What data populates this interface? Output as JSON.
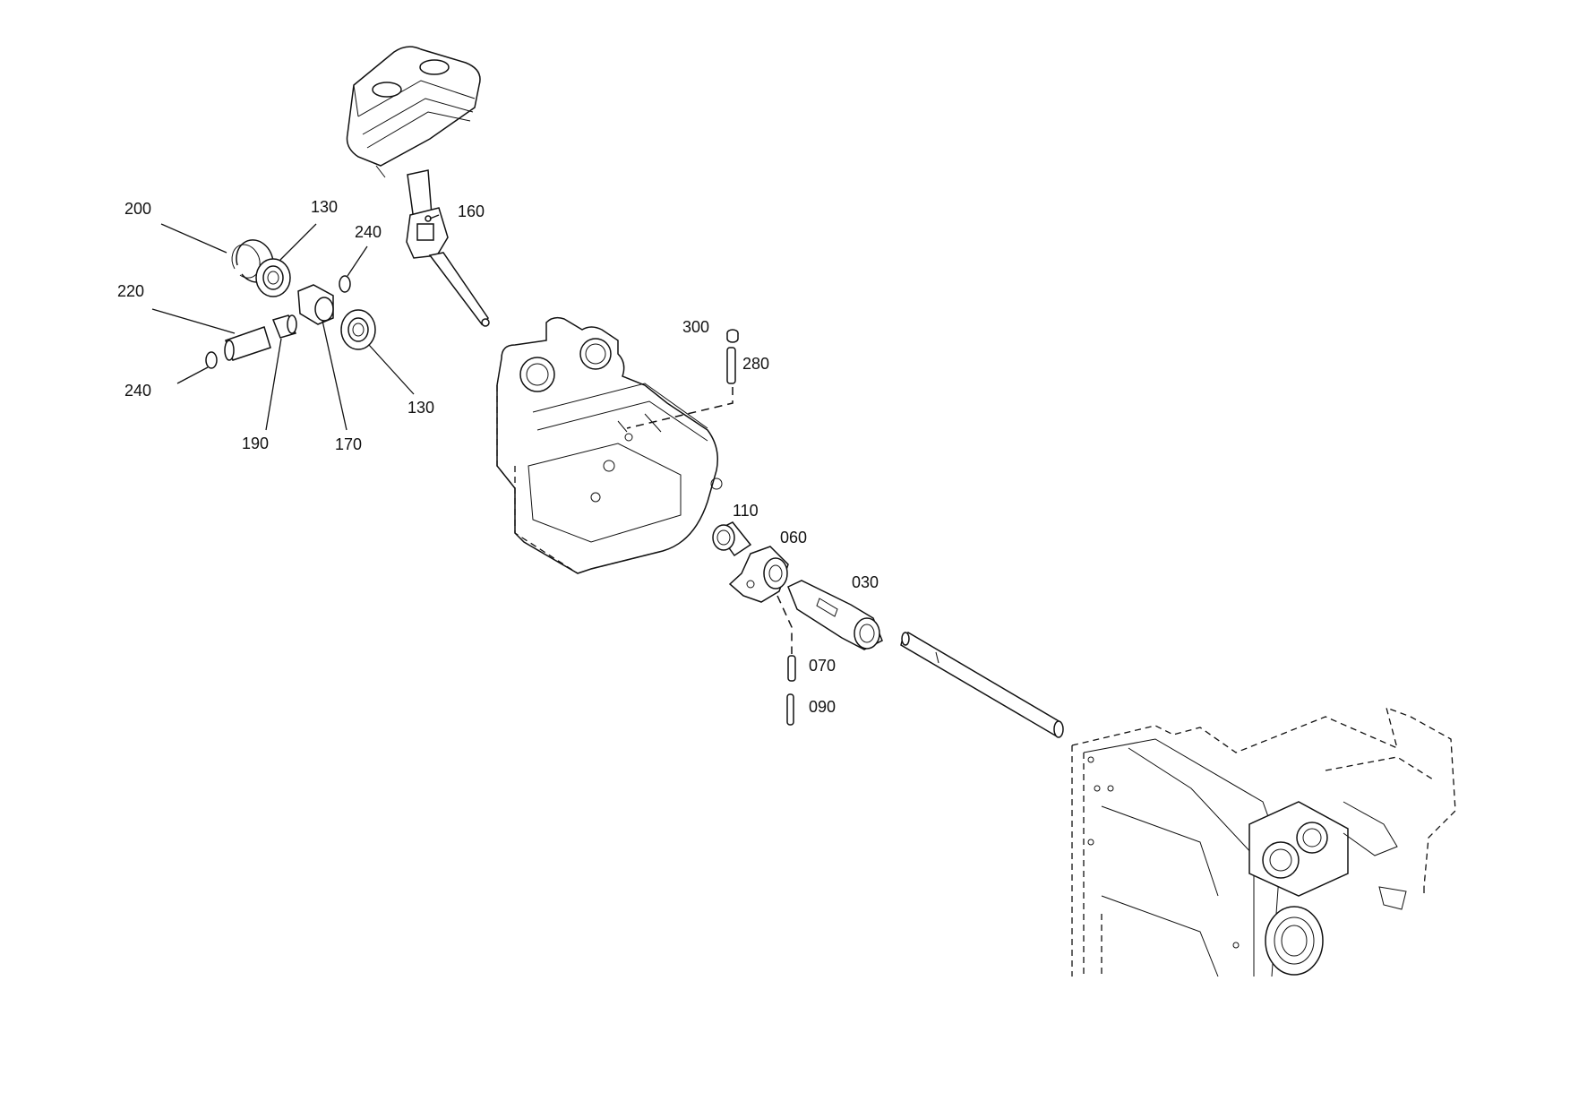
{
  "callouts": [
    {
      "id": "c200a",
      "text": "200"
    },
    {
      "id": "c130a",
      "text": "130"
    },
    {
      "id": "c160",
      "text": "160"
    },
    {
      "id": "c240a",
      "text": "240"
    },
    {
      "id": "c220",
      "text": "220"
    },
    {
      "id": "c240b",
      "text": "240"
    },
    {
      "id": "c130b",
      "text": "130"
    },
    {
      "id": "c190",
      "text": "190"
    },
    {
      "id": "c170",
      "text": "170"
    },
    {
      "id": "c300",
      "text": "300"
    },
    {
      "id": "c280",
      "text": "280"
    },
    {
      "id": "c110",
      "text": "110"
    },
    {
      "id": "c060",
      "text": "060"
    },
    {
      "id": "c030",
      "text": "030"
    },
    {
      "id": "c070",
      "text": "070"
    },
    {
      "id": "c090",
      "text": "090"
    }
  ]
}
